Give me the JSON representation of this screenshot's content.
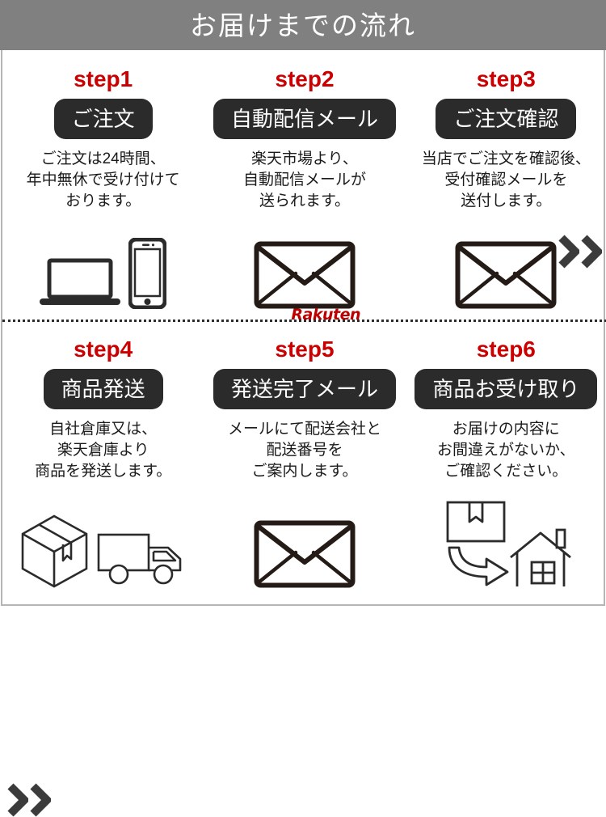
{
  "header": {
    "title": "お届けまでの流れ",
    "bg_color": "#808080",
    "text_color": "#ffffff"
  },
  "colors": {
    "step_number": "#cc0000",
    "pill_bg": "#2b2b2b",
    "pill_text": "#ffffff",
    "body_text": "#1a1a1a",
    "border": "#b5b5b5",
    "arrow": "#3b3b3b",
    "rakuten_red": "#bf0000",
    "icon_stroke": "#2b2b2b"
  },
  "steps": [
    {
      "number": "step1",
      "label": "ご注文",
      "description": "ご注文は24時間、\n年中無休で受け付けて\nおります。",
      "icons": [
        "laptop-icon",
        "smartphone-icon"
      ]
    },
    {
      "number": "step2",
      "label": "自動配信メール",
      "description": "楽天市場より、\n自動配信メールが\n送られます。",
      "icons": [
        "envelope-icon",
        "rakuten-logo"
      ],
      "brand_text": "Rakuten"
    },
    {
      "number": "step3",
      "label": "ご注文確認",
      "description": "当店でご注文を確認後、\n受付確認メールを\n送付します。",
      "icons": [
        "envelope-icon"
      ]
    },
    {
      "number": "step4",
      "label": "商品発送",
      "description": "自社倉庫又は、\n楽天倉庫より\n商品を発送します。",
      "icons": [
        "package-box-icon",
        "delivery-truck-icon"
      ]
    },
    {
      "number": "step5",
      "label": "発送完了メール",
      "description": "メールにて配送会社と\n配送番号を\nご案内します。",
      "icons": [
        "envelope-icon"
      ]
    },
    {
      "number": "step6",
      "label": "商品お受け取り",
      "description": "お届けの内容に\nお間違えがないか、\nご確認ください。",
      "icons": [
        "package-box-icon",
        "curved-arrow-icon",
        "house-icon"
      ]
    }
  ],
  "arrows": [
    {
      "name": "flow-arrow-row1",
      "glyph": "»"
    },
    {
      "name": "flow-arrow-row2",
      "glyph": "»"
    }
  ]
}
